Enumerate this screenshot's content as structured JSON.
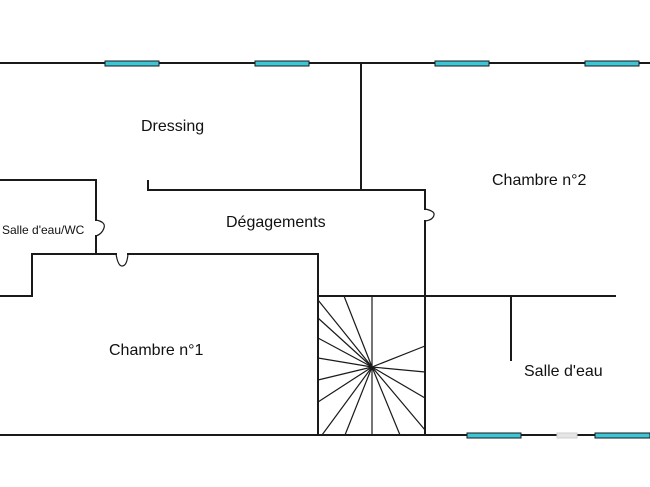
{
  "rooms": {
    "dressing": "Dressing",
    "degagements": "Dégagements",
    "chambre2": "Chambre n°2",
    "salle_eau_wc": "Salle d'eau/WC",
    "chambre1": "Chambre n°1",
    "salle_eau": "Salle d'eau"
  },
  "colors": {
    "wall": "#1a1a1a",
    "window": "#3cc6d6",
    "background": "#ffffff"
  }
}
